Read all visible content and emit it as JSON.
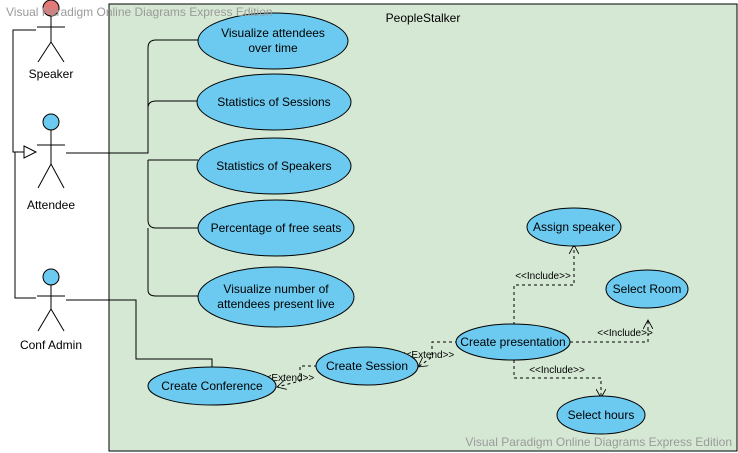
{
  "watermark_top": "Visual Paradigm Online Diagrams Express Edition",
  "watermark_bottom": "Visual Paradigm Online Diagrams Express Edition",
  "system": {
    "name": "PeopleStalker"
  },
  "actors": {
    "speaker": "Speaker",
    "attendee": "Attendee",
    "conf_admin": "Conf Admin"
  },
  "use_cases": {
    "visualize_attendees": [
      "Visualize attendees",
      "over time"
    ],
    "statistics_sessions": [
      "Statistics of Sessions"
    ],
    "statistics_speakers": [
      "Statistics of Speakers"
    ],
    "percentage_free_seats": [
      "Percentage of free seats"
    ],
    "visualize_live": [
      "Visualize number of",
      "attendees present live"
    ],
    "assign_speaker": [
      "Assign speaker"
    ],
    "select_room": [
      "Select Room"
    ],
    "create_presentation": [
      "Create presentation"
    ],
    "create_session": [
      "Create Session"
    ],
    "create_conference": [
      "Create Conference"
    ],
    "select_hours": [
      "Select hours"
    ]
  },
  "relations": {
    "include_assign": "<<Include>>",
    "include_room": "<<Include>>",
    "include_hours": "<<Include>>",
    "extend_presentation_session": "<<Extend>>",
    "extend_session_conference": "<<Extend>>"
  },
  "colors": {
    "system_fill": "#d5e8d4",
    "usecase_fill": "#6ccaf0",
    "actor_head_fill": "#6ccaf0",
    "speaker_head_fill": "#e37a7a",
    "watermark": "#9a9a9a"
  }
}
